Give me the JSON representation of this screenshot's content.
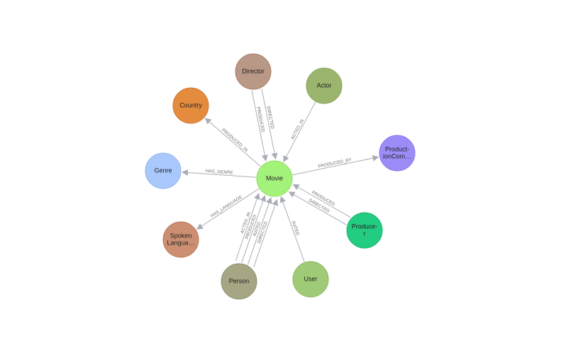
{
  "graph": {
    "nodes": [
      {
        "id": "movie",
        "lines": [
          "Movie"
        ],
        "color": "#a3f27a",
        "stroke": "#8ed964"
      },
      {
        "id": "director",
        "lines": [
          "Director"
        ],
        "color": "#b99885",
        "stroke": "#a6826d"
      },
      {
        "id": "actor",
        "lines": [
          "Actor"
        ],
        "color": "#9bb56f",
        "stroke": "#88a35c"
      },
      {
        "id": "country",
        "lines": [
          "Country"
        ],
        "color": "#e48b3d",
        "stroke": "#cf7630"
      },
      {
        "id": "genre",
        "lines": [
          "Genre"
        ],
        "color": "#a9c8fb",
        "stroke": "#91b4ec"
      },
      {
        "id": "production-company",
        "lines": [
          "Product-",
          "ionCom…"
        ],
        "color": "#9b8cf8",
        "stroke": "#8676ea"
      },
      {
        "id": "spoken-language",
        "lines": [
          "Spoken",
          "Langua…"
        ],
        "color": "#cc8f72",
        "stroke": "#b77b5f"
      },
      {
        "id": "producer",
        "lines": [
          "Produce-",
          "r"
        ],
        "color": "#22cc80",
        "stroke": "#1bb36f"
      },
      {
        "id": "person",
        "lines": [
          "Person"
        ],
        "color": "#a6a684",
        "stroke": "#929270"
      },
      {
        "id": "user",
        "lines": [
          "User"
        ],
        "color": "#9fcb77",
        "stroke": "#8bb763"
      }
    ],
    "edges": [
      {
        "id": "director-directed-movie",
        "label": "DIRECTED"
      },
      {
        "id": "director-produced-movie",
        "label": "PRODUCED"
      },
      {
        "id": "actor-acted-in-movie",
        "label": "ACTED_IN"
      },
      {
        "id": "movie-produced-in-country",
        "label": "PRODUCED_IN"
      },
      {
        "id": "movie-has-genre-genre",
        "label": "HAS_GENRE"
      },
      {
        "id": "movie-produced-by-company",
        "label": "PRODUCED_BY"
      },
      {
        "id": "movie-has-language-language",
        "label": "HAS_LANGUAGE"
      },
      {
        "id": "producer-directed-movie",
        "label": "DIRECTED"
      },
      {
        "id": "producer-produced-movie",
        "label": "PRODUCED"
      },
      {
        "id": "person-acted-in-movie",
        "label": "ACTED_IN"
      },
      {
        "id": "person-produced-movie",
        "label": "PRODUCED"
      },
      {
        "id": "person-rated-movie",
        "label": "RATED"
      },
      {
        "id": "person-directed-movie",
        "label": "DIRECTED"
      },
      {
        "id": "user-rated-movie",
        "label": "RATED"
      }
    ]
  }
}
